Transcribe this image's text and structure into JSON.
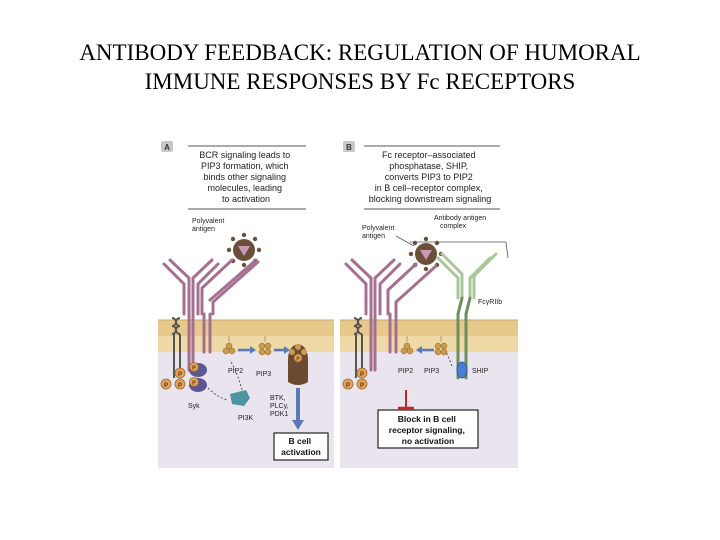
{
  "slide": {
    "title_line1": "ANTIBODY FEEDBACK: REGULATION OF HUMORAL",
    "title_line2": "IMMUNE RESPONSES BY Fc RECEPTORS"
  },
  "panel_a": {
    "tag": "A",
    "caption": [
      "BCR signaling leads to",
      "PIP3 formation, which",
      "binds other signaling",
      "molecules, leading",
      "to activation"
    ],
    "antigen_label": [
      "Polyvalent",
      "antigen"
    ],
    "pip2": "PIP2",
    "pip3": "PIP3",
    "syk": "Syk",
    "pi3k": "PI3K",
    "btk": [
      "BTK,",
      "PLCy,",
      "PDK1"
    ],
    "p": "P",
    "outcome": [
      "B cell",
      "activation"
    ]
  },
  "panel_b": {
    "tag": "B",
    "caption": [
      "Fc receptor–associated",
      "phosphatase, SHIP,",
      "converts PIP3 to PIP2",
      "in B cell–receptor complex,",
      "blocking downstream signaling"
    ],
    "complex_label": [
      "Antibody antigen",
      "complex"
    ],
    "antigen_label": [
      "Polyvalent",
      "antigen"
    ],
    "receptor": "FcγRIIb",
    "pip2": "PIP2",
    "pip3": "PIP3",
    "ship": "SHIP",
    "p": "P",
    "outcome": [
      "Block in B cell",
      "receptor signaling,",
      "no activation"
    ]
  },
  "colors": {
    "receptor_purple": "#a57090",
    "fc_green": "#a9c79a",
    "membrane_top": "#e8c98c",
    "membrane_bottom": "#efd9a7",
    "cytoplasm": "#eae4ef",
    "kinase_blue": "#5f86a6",
    "activation_arrow": "#5b79b8",
    "antigen_brown": "#6b4f3a",
    "block_red": "#c0282b"
  }
}
